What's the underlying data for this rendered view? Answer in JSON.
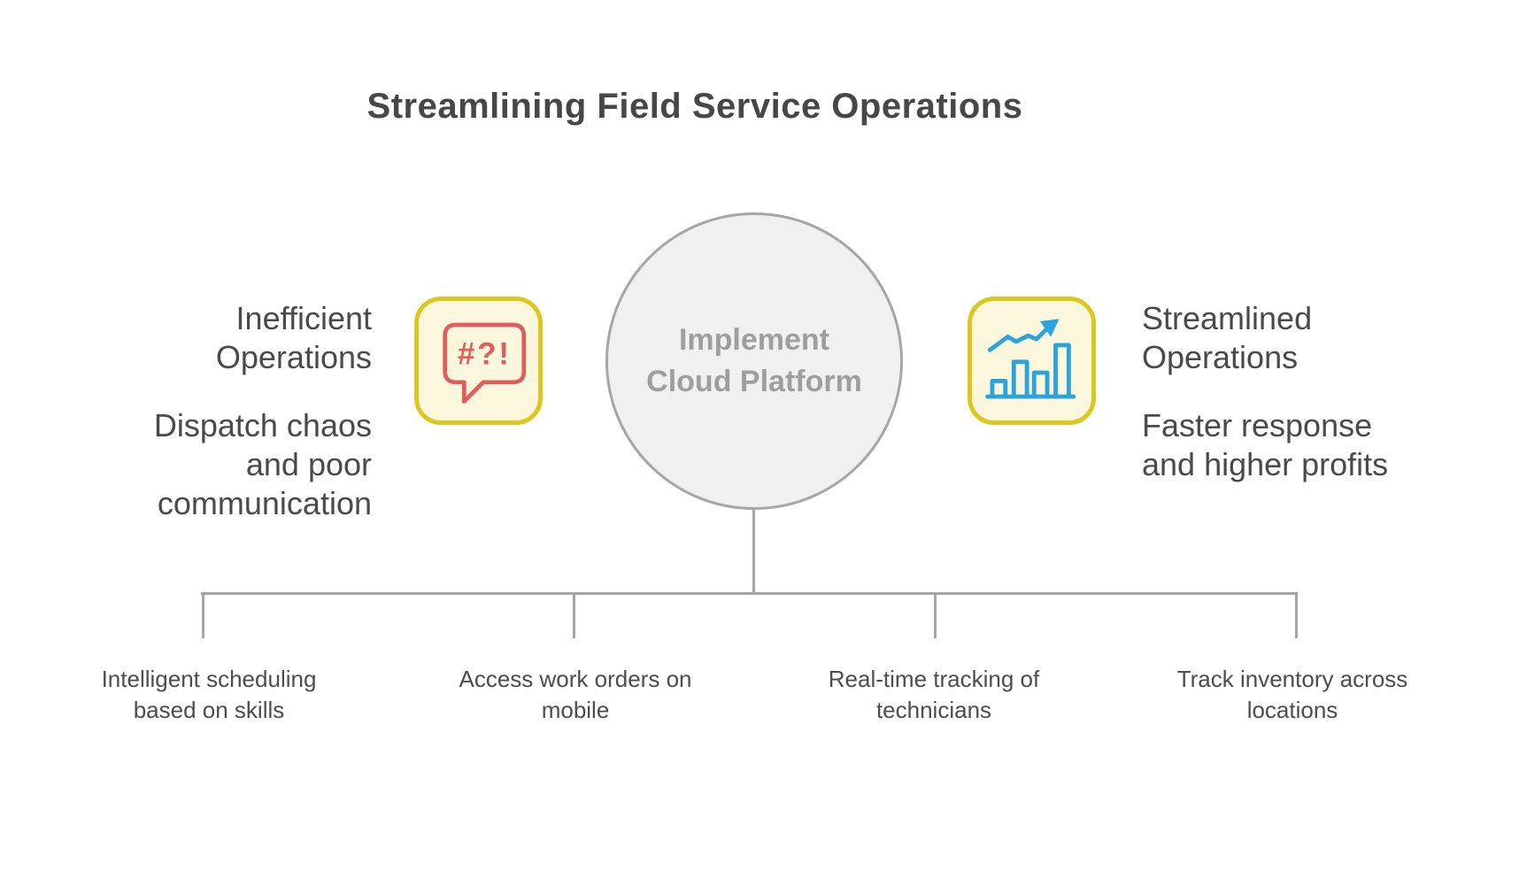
{
  "title": "Streamlining Field Service Operations",
  "center": {
    "label": "Implement\nCloud Platform"
  },
  "left_panel": {
    "icon": "angry-speech-bubble-icon",
    "icon_text": "#?!",
    "heading": "Inefficient\nOperations",
    "body": "Dispatch chaos\nand poor\ncommunication"
  },
  "right_panel": {
    "icon": "growth-chart-icon",
    "heading": "Streamlined\nOperations",
    "body": "Faster response\nand higher profits"
  },
  "branches": [
    {
      "label": "Intelligent scheduling\nbased on skills"
    },
    {
      "label": "Access work orders on\nmobile"
    },
    {
      "label": "Real-time tracking of\ntechnicians"
    },
    {
      "label": "Track inventory across\nlocations"
    }
  ],
  "colors": {
    "text_dark": "#4a4a4a",
    "title_text": "#474747",
    "circle_fill": "#f0f0f0",
    "circle_border": "#a6a6a6",
    "circle_text": "#9e9e9e",
    "connector_gray": "#a6a6a6",
    "tile_fill": "#fbf7dc",
    "tile_border": "#dcc71f",
    "icon_red": "#e15c5c",
    "icon_blue": "#2ba3dc",
    "background": "#ffffff"
  }
}
